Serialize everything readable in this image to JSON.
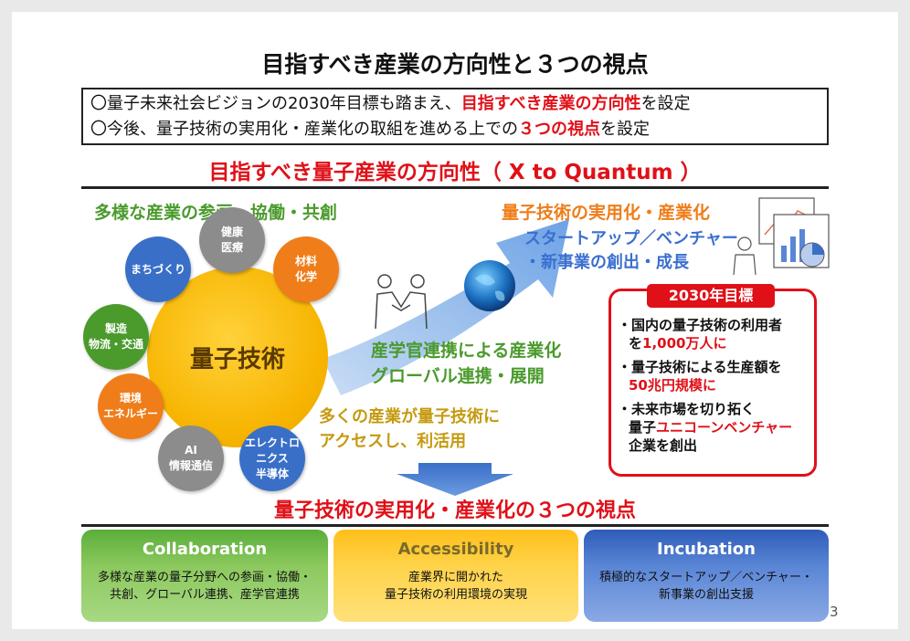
{
  "title": "目指すべき産業の方向性と３つの視点",
  "summary": {
    "line1_a": "〇量子未来社会ビジョンの2030年目標も踏まえ、",
    "line1_b": "目指すべき産業の方向性",
    "line1_c": "を設定",
    "line2_a": "〇今後、量子技術の実用化・産業化の取組を進める上での",
    "line2_b": "３つの視点",
    "line2_c": "を設定"
  },
  "direction_title": "目指すべき量子産業の方向性（ X to Quantum ）",
  "diagram": {
    "left_heading": "多様な産業の参画・協働・共創",
    "core": "量子技術",
    "satellites": [
      {
        "l1": "健康",
        "l2": "医療"
      },
      {
        "l1": "まちづくり",
        "l2": ""
      },
      {
        "l1": "材料",
        "l2": "化学"
      },
      {
        "l1": "製造",
        "l2": "物流・交通"
      },
      {
        "l1": "環境",
        "l2": "エネルギー"
      },
      {
        "l1": "AI",
        "l2": "情報通信"
      },
      {
        "l1": "エレクトロ",
        "l2": "ニクス",
        "l3": "半導体"
      }
    ],
    "right_heading": "量子技術の実用化・産業化",
    "startup_l1": "スタートアップ／ベンチャー",
    "startup_l2": "・新事業の創出・成長",
    "collab_l1": "産学官連携による産業化",
    "collab_l2": "グローバル連携・展開",
    "access_l1": "多くの産業が量子技術に",
    "access_l2": "アクセスし、利活用"
  },
  "goal": {
    "badge": "2030年目標",
    "i1_a": "・国内の量子技術の利用者",
    "i1_b": "を",
    "i1_c": "1,000万人に",
    "i2_a": "・量子技術による生産額を",
    "i2_b": "50兆円規模に",
    "i3_a": "・未来市場を切り拓く",
    "i3_b": "量子",
    "i3_c": "ユニコーンベンチャー",
    "i3_d": "企業を創出"
  },
  "perspectives_title": "量子技術の実用化・産業化の３つの視点",
  "cards": [
    {
      "heading": "Collaboration",
      "l1": "多様な産業の量子分野への参画・協働・",
      "l2": "共創、グローバル連携、産学官連携"
    },
    {
      "heading": "Accessibility",
      "l1": "産業界に開かれた",
      "l2": "量子技術の利用環境の実現"
    },
    {
      "heading": "Incubation",
      "l1": "積極的なスタートアップ／ベンチャー・",
      "l2": "新事業の創出支援"
    }
  ],
  "page_number": "3",
  "colors": {
    "red": "#e01018",
    "green": "#4a9a2c",
    "orange": "#ef7d1a",
    "blue": "#3a6fc8",
    "gold": "#f7b400"
  }
}
